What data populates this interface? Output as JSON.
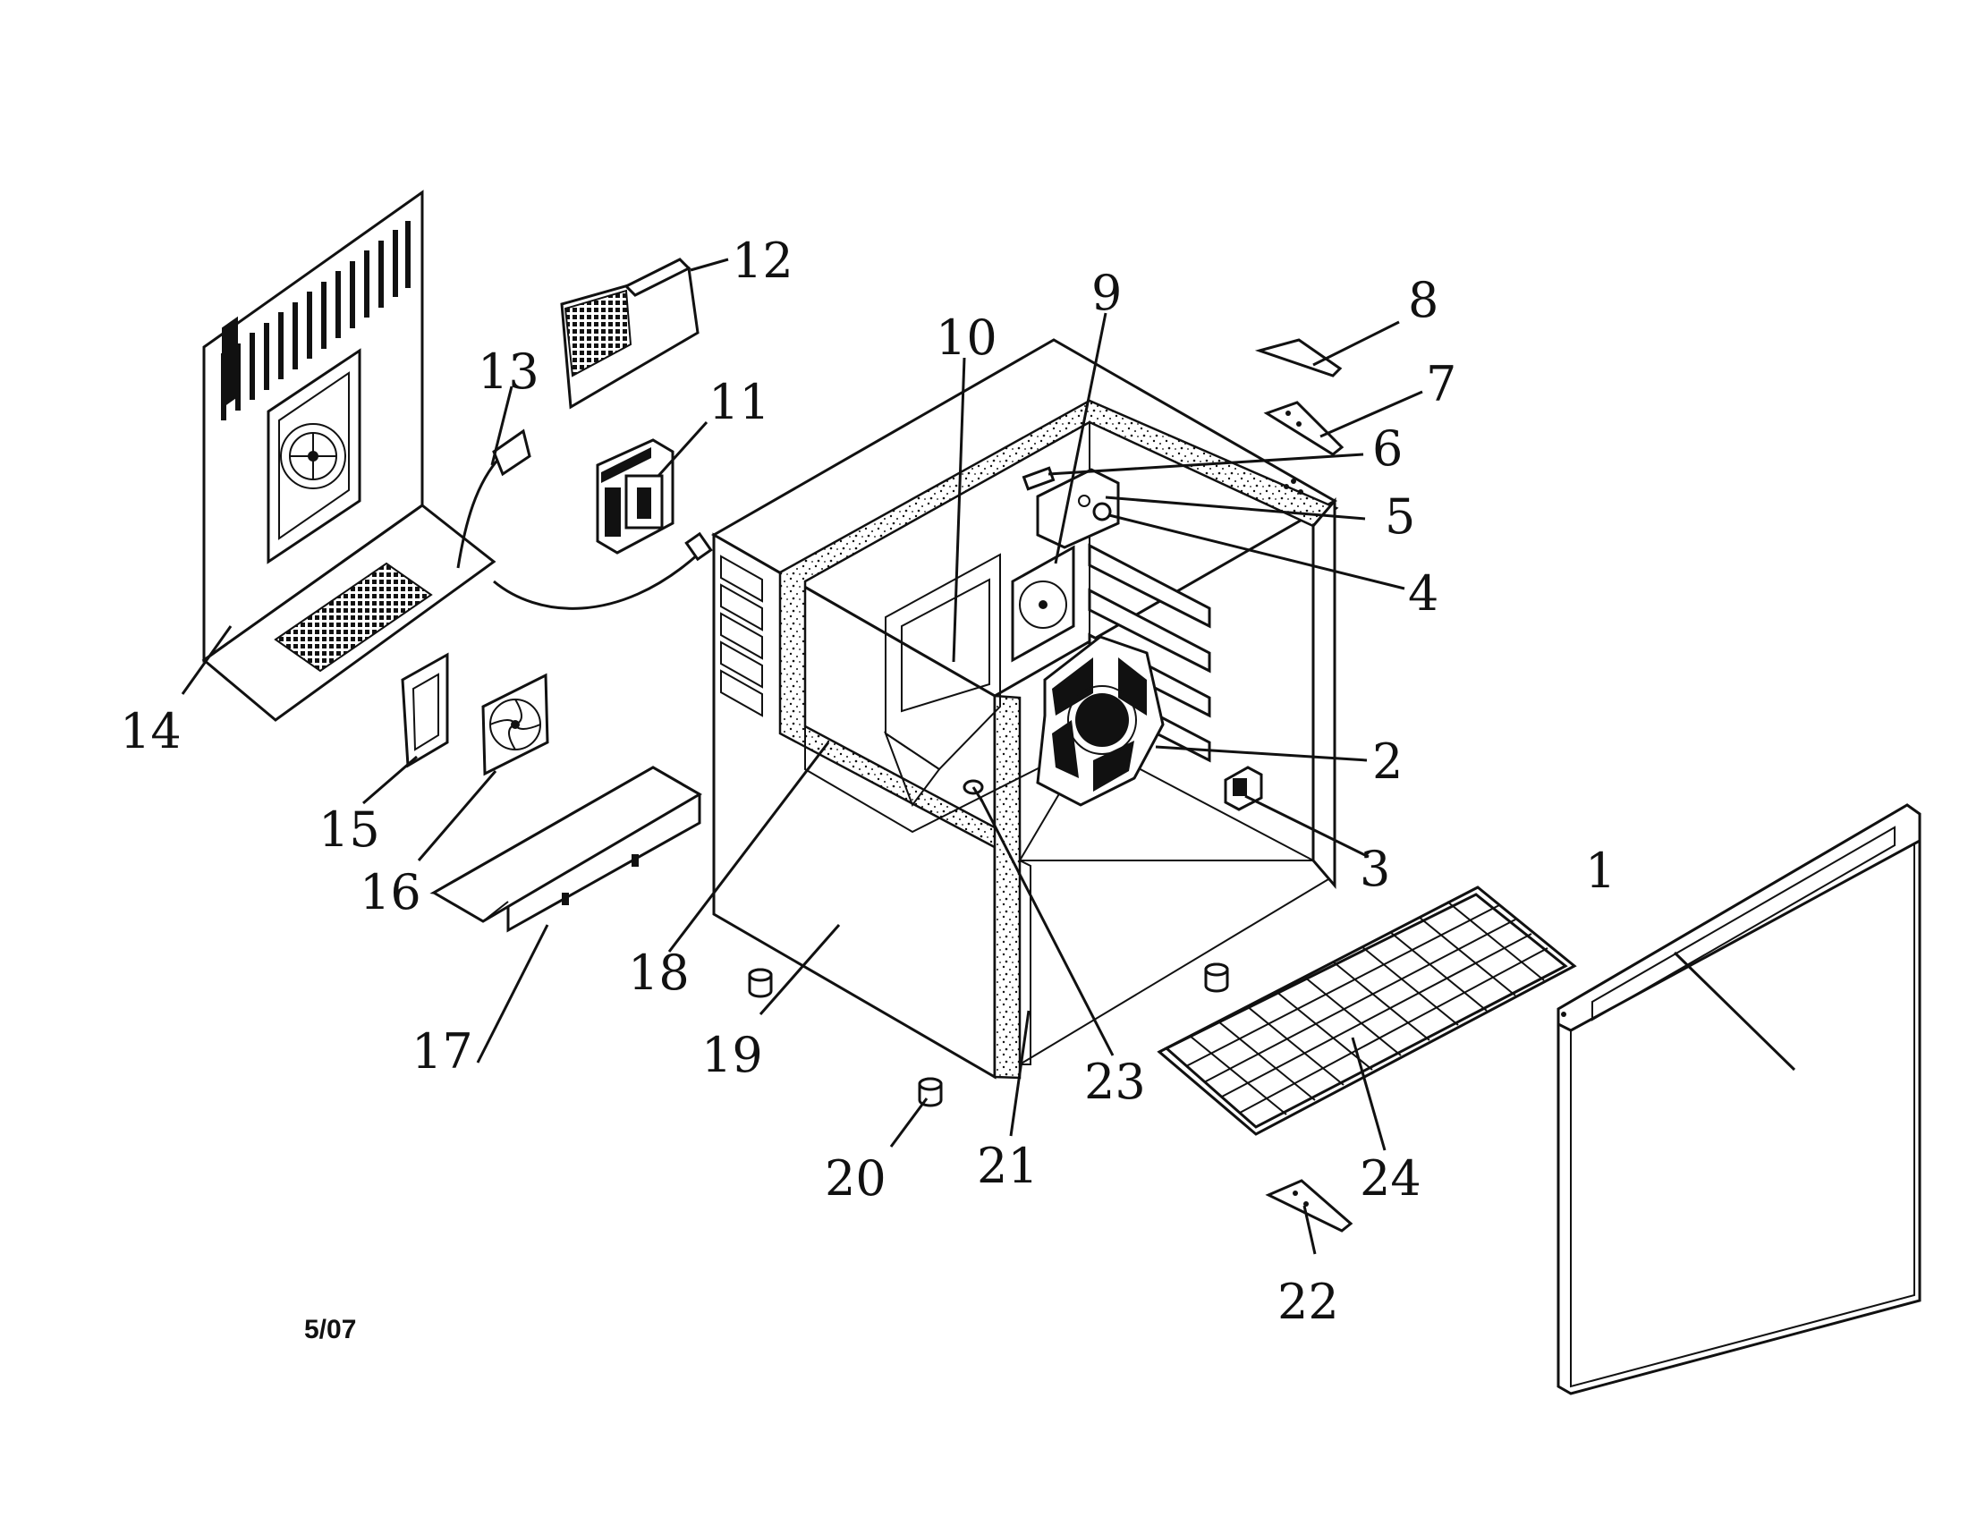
{
  "diagram": {
    "footer": "5/07",
    "callouts": [
      {
        "id": "1",
        "text": "1"
      },
      {
        "id": "2",
        "text": "2"
      },
      {
        "id": "3",
        "text": "3"
      },
      {
        "id": "4",
        "text": "4"
      },
      {
        "id": "5",
        "text": "5"
      },
      {
        "id": "6",
        "text": "6"
      },
      {
        "id": "7",
        "text": "7"
      },
      {
        "id": "8",
        "text": "8"
      },
      {
        "id": "9",
        "text": "9"
      },
      {
        "id": "10",
        "text": "10"
      },
      {
        "id": "11",
        "text": "11"
      },
      {
        "id": "12",
        "text": "12"
      },
      {
        "id": "13",
        "text": "13"
      },
      {
        "id": "14",
        "text": "14"
      },
      {
        "id": "15",
        "text": "15"
      },
      {
        "id": "16",
        "text": "16"
      },
      {
        "id": "17",
        "text": "17"
      },
      {
        "id": "18",
        "text": "18"
      },
      {
        "id": "19",
        "text": "19"
      },
      {
        "id": "20",
        "text": "20"
      },
      {
        "id": "21",
        "text": "21"
      },
      {
        "id": "22",
        "text": "22"
      },
      {
        "id": "23",
        "text": "23"
      },
      {
        "id": "24",
        "text": "24"
      }
    ]
  }
}
